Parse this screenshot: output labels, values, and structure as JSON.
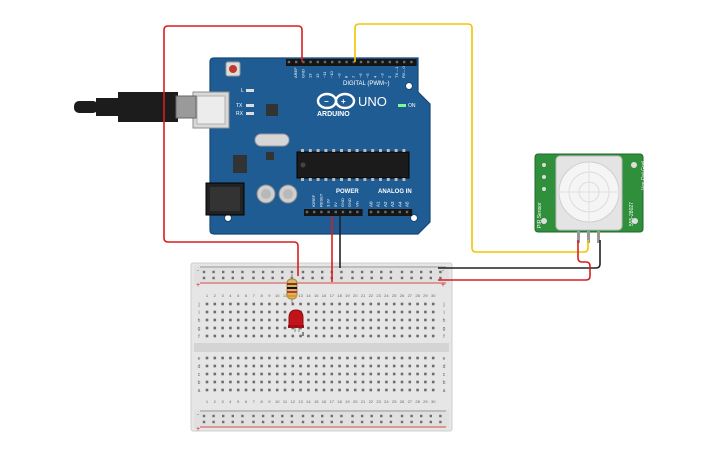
{
  "arduino": {
    "model": "UNO",
    "brand": "ARDUINO",
    "header_digital": "DIGITAL (PWM~)",
    "header_power": "POWER",
    "header_analog": "ANALOG IN",
    "led_labels": [
      "L",
      "TX",
      "RX"
    ],
    "on_label": "ON",
    "digital_pins": [
      "AREF",
      "GND",
      "13",
      "12",
      "~11",
      "~10",
      "~9",
      "8",
      "7",
      "~6",
      "~5",
      "4",
      "~3",
      "2",
      "TX→1",
      "RX←0"
    ],
    "power_pins": [
      "IOREF",
      "RESET",
      "3.3V",
      "5V",
      "GND",
      "GND",
      "Vin"
    ],
    "analog_pins": [
      "A0",
      "A1",
      "A2",
      "A3",
      "A4",
      "A5"
    ]
  },
  "breadboard": {
    "column_numbers": [
      "1",
      "2",
      "3",
      "4",
      "5",
      "6",
      "7",
      "8",
      "9",
      "10",
      "11",
      "12",
      "13",
      "14",
      "15",
      "16",
      "17",
      "18",
      "19",
      "20",
      "21",
      "22",
      "23",
      "24",
      "25",
      "26",
      "27",
      "28",
      "29",
      "30"
    ],
    "rows_top": [
      "j",
      "i",
      "h",
      "g",
      "f"
    ],
    "rows_bottom": [
      "e",
      "d",
      "c",
      "b",
      "a"
    ],
    "rail_plus": "+",
    "rail_minus": "-"
  },
  "pir_sensor": {
    "label_left": "PIR Sensor",
    "label_right": "555-28027",
    "pin_text": "Vcc Out Gnd"
  },
  "colors": {
    "board": "#1f5c94",
    "board_edge": "#164876",
    "wire_red": "#d81e1e",
    "wire_black": "#222222",
    "wire_yellow": "#f2c500",
    "pir_board": "#2f8f3a",
    "led": "#c0141a",
    "breadboard": "#e8e8e8"
  }
}
